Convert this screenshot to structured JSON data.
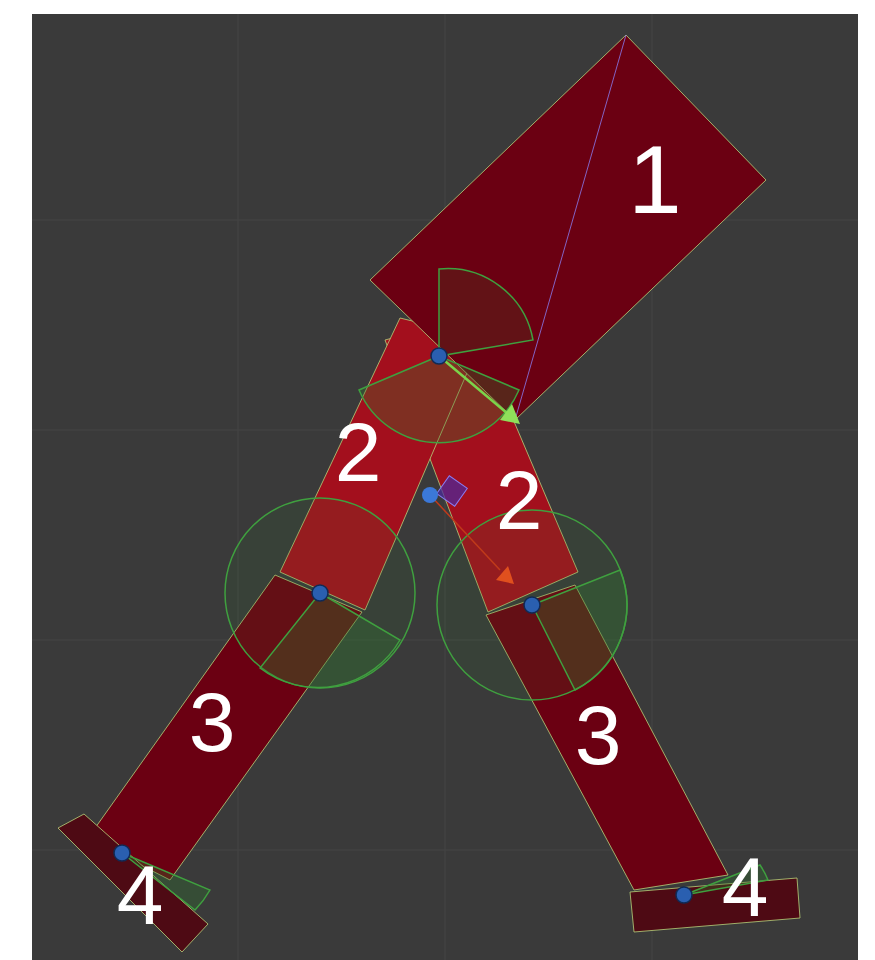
{
  "diagram": {
    "labels": [
      "1",
      "2",
      "2",
      "3",
      "3",
      "4",
      "4"
    ]
  }
}
